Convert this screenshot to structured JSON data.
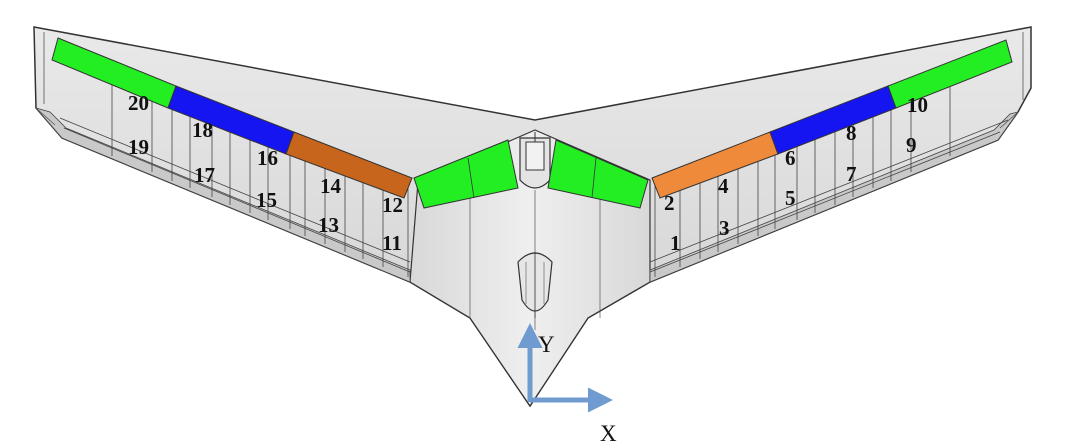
{
  "colors": {
    "green": "#22ee22",
    "blue": "#1515f2",
    "orange_left": "#c8651c",
    "orange_right": "#ef8a3a",
    "axis": "#6f9bd0",
    "skin": "#dcdcdc",
    "outline": "#333333"
  },
  "panels": [
    "1",
    "2",
    "3",
    "4",
    "5",
    "6",
    "7",
    "8",
    "9",
    "10",
    "11",
    "12",
    "13",
    "14",
    "15",
    "16",
    "17",
    "18",
    "19",
    "20"
  ],
  "axes": {
    "x_label": "X",
    "y_label": "Y"
  }
}
